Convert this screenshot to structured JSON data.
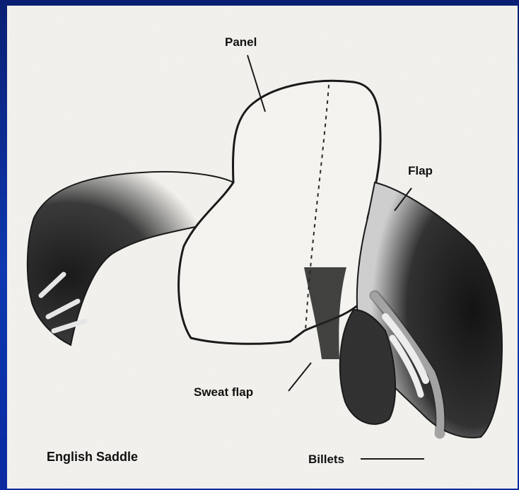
{
  "title": "English Saddle",
  "labels": {
    "panel": "Panel",
    "flap": "Flap",
    "sweat_flap": "Sweat flap",
    "billets": "Billets"
  },
  "colors": {
    "background": "#0b2a8a",
    "paper": "#f4f3ef",
    "ink": "#111111"
  }
}
